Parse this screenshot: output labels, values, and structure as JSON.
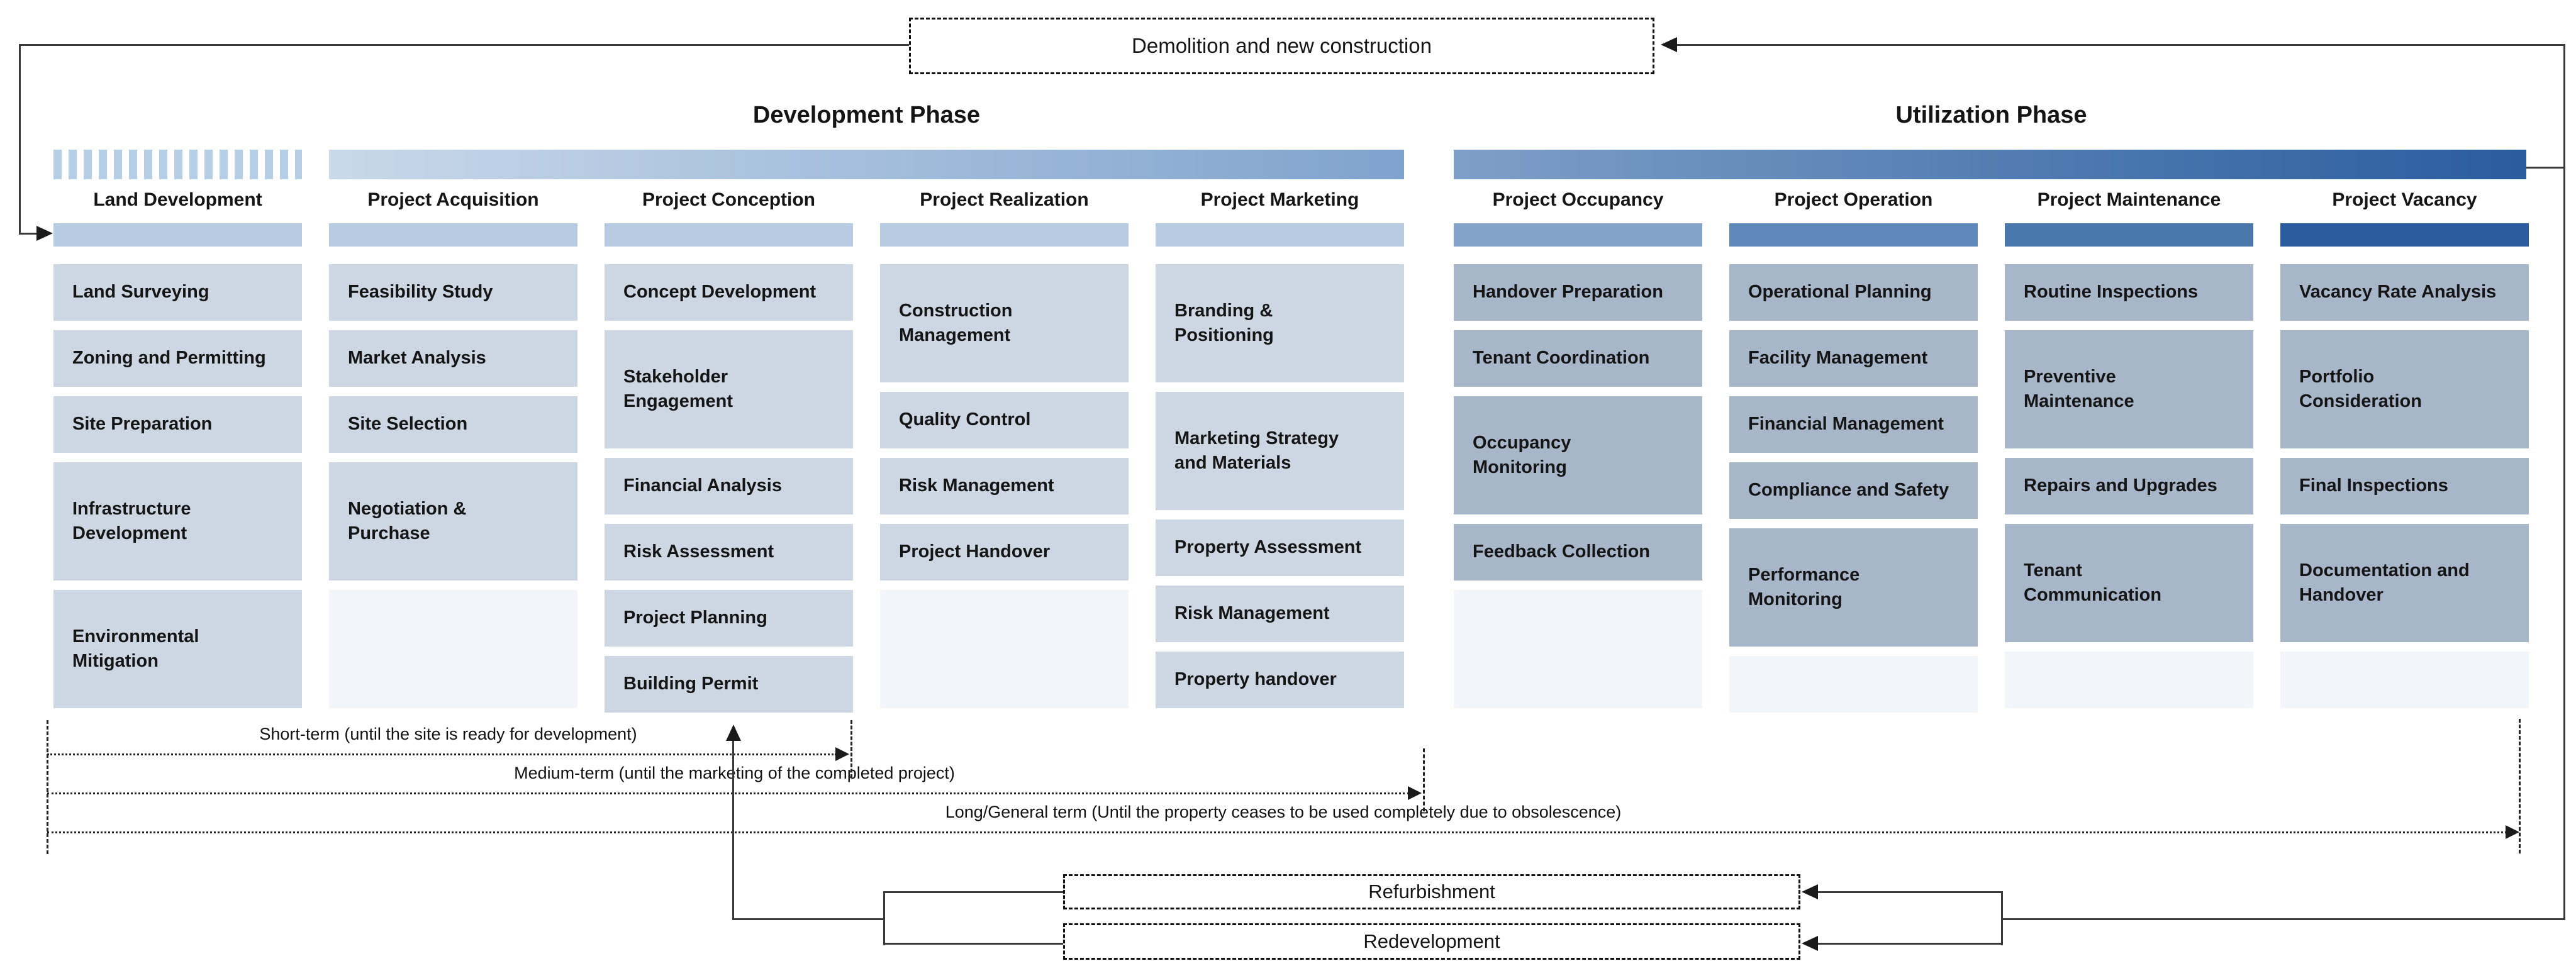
{
  "cycle": {
    "demolition_label": "Demolition and new construction",
    "refurbishment_label": "Refurbishment",
    "redevelopment_label": "Redevelopment"
  },
  "phases": [
    {
      "title": "Development Phase",
      "columns": [
        {
          "title": "Land Development",
          "items": [
            {
              "label": "Land Surveying",
              "size": "standard"
            },
            {
              "label": "Zoning and Permitting",
              "size": "standard"
            },
            {
              "label": "Site Preparation",
              "size": "standard"
            },
            {
              "label": "Infrastructure\nDevelopment",
              "size": "tall"
            },
            {
              "label": "Environmental\nMitigation",
              "size": "tall"
            }
          ]
        },
        {
          "title": "Project Acquisition",
          "items": [
            {
              "label": "Feasibility Study",
              "size": "standard"
            },
            {
              "label": "Market Analysis",
              "size": "standard"
            },
            {
              "label": "Site Selection",
              "size": "standard"
            },
            {
              "label": "Negotiation &\nPurchase",
              "size": "tall"
            },
            {
              "label": "",
              "size": "tall-empty"
            }
          ]
        },
        {
          "title": "Project Conception",
          "items": [
            {
              "label": "Concept Development",
              "size": "standard"
            },
            {
              "label": "Stakeholder\nEngagement",
              "size": "tall"
            },
            {
              "label": "Financial Analysis",
              "size": "standard"
            },
            {
              "label": "Risk Assessment",
              "size": "standard"
            },
            {
              "label": "Project Planning",
              "size": "standard"
            },
            {
              "label": "Building Permit",
              "size": "standard"
            }
          ]
        },
        {
          "title": "Project Realization",
          "items": [
            {
              "label": "Construction\nManagement",
              "size": "tall"
            },
            {
              "label": "Quality Control",
              "size": "standard"
            },
            {
              "label": "Risk Management",
              "size": "standard"
            },
            {
              "label": "Project Handover",
              "size": "standard"
            },
            {
              "label": "",
              "size": "tall-empty"
            }
          ]
        },
        {
          "title": "Project Marketing",
          "items": [
            {
              "label": "Branding &\nPositioning",
              "size": "tall"
            },
            {
              "label": "Marketing Strategy\nand Materials",
              "size": "tall"
            },
            {
              "label": "Property Assessment",
              "size": "standard"
            },
            {
              "label": "Risk Management",
              "size": "standard"
            },
            {
              "label": "Property handover",
              "size": "standard"
            }
          ]
        }
      ]
    },
    {
      "title": "Utilization Phase",
      "columns": [
        {
          "title": "Project Occupancy",
          "items": [
            {
              "label": "Handover Preparation",
              "size": "standard"
            },
            {
              "label": "Tenant Coordination",
              "size": "standard"
            },
            {
              "label": "Occupancy\nMonitoring",
              "size": "tall"
            },
            {
              "label": "Feedback Collection",
              "size": "standard"
            },
            {
              "label": "",
              "size": "tall-empty"
            }
          ]
        },
        {
          "title": "Project Operation",
          "items": [
            {
              "label": "Operational Planning",
              "size": "standard"
            },
            {
              "label": "Facility Management",
              "size": "standard"
            },
            {
              "label": "Financial Management",
              "size": "standard"
            },
            {
              "label": "Compliance and Safety",
              "size": "standard"
            },
            {
              "label": "Performance\nMonitoring",
              "size": "tall"
            },
            {
              "label": "",
              "size": "standard-empty"
            }
          ]
        },
        {
          "title": "Project Maintenance",
          "items": [
            {
              "label": "Routine Inspections",
              "size": "standard"
            },
            {
              "label": "Preventive\nMaintenance",
              "size": "tall"
            },
            {
              "label": "Repairs and Upgrades",
              "size": "standard"
            },
            {
              "label": "Tenant\nCommunication",
              "size": "tall"
            },
            {
              "label": "",
              "size": "standard-empty"
            }
          ]
        },
        {
          "title": "Project Vacancy",
          "items": [
            {
              "label": "Vacancy Rate Analysis",
              "size": "standard"
            },
            {
              "label": "Portfolio\nConsideration",
              "size": "tall"
            },
            {
              "label": "Final Inspections",
              "size": "standard"
            },
            {
              "label": "Documentation and\nHandover",
              "size": "tall"
            },
            {
              "label": "",
              "size": "standard-empty"
            }
          ]
        }
      ]
    }
  ],
  "timeline": [
    {
      "label": "Short-term (until the site is ready for development)"
    },
    {
      "label": "Medium-term (until the marketing of the completed project)"
    },
    {
      "label": "Long/General term (Until the property ceases to be used completely due to obsolescence)"
    }
  ],
  "colors": {
    "dev_item": "#ccd7e3",
    "util_item": "#a8b6ca",
    "empty_item": "#f2f5f9",
    "dev_column_bar": "#b7cce2",
    "util_column_bars": [
      "#84a3c8",
      "#6089bb",
      "#4a77ab",
      "#2b5c9e"
    ],
    "dev_phase_gradient": [
      "#c9d8ea",
      "#7fa3cd"
    ],
    "util_phase_gradient": [
      "#7e9fc7",
      "#2a5c9e"
    ],
    "stripe_color": "#b7cfe6",
    "line_color": "#3a3a3a",
    "text_color": "#151515"
  }
}
